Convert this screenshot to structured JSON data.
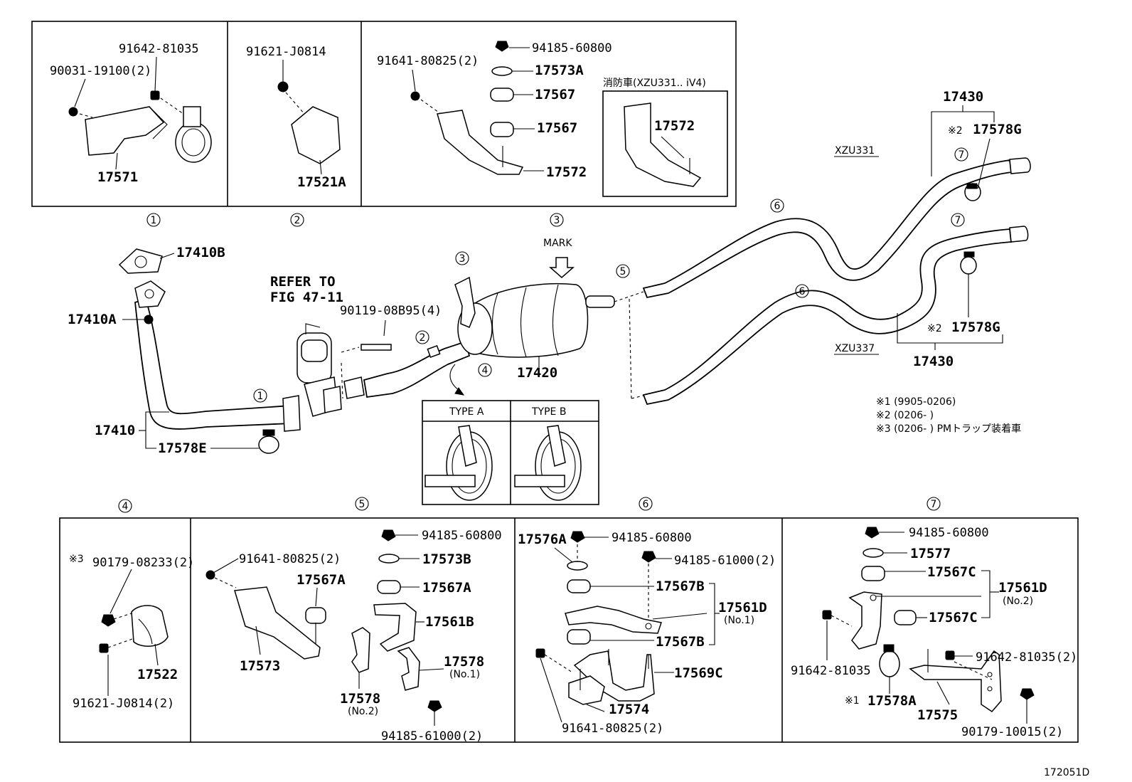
{
  "diagram_id": "172051D",
  "circled": {
    "c1": "1",
    "c2": "2",
    "c3": "3",
    "c4": "4",
    "c5": "5",
    "c6": "6",
    "c7": "7"
  },
  "panel1": {
    "p1": "91642-81035",
    "p2": "90031-19100(2)",
    "p3": "17571"
  },
  "panel2": {
    "p1": "91621-J0814",
    "p2": "17521A"
  },
  "panel3": {
    "p1": "94185-60800",
    "p2": "91641-80825(2)",
    "p3": "17573A",
    "p4": "17567",
    "p5": "17567",
    "p6": "17572"
  },
  "fire_truck": {
    "label": "消防車(XZU331.. iV4)",
    "part": "17572"
  },
  "main": {
    "p17410B": "17410B",
    "p17410A": "17410A",
    "refer": "REFER TO",
    "fig": "FIG 47-11",
    "p90119": "90119-08B95(4)",
    "mark": "MARK",
    "p17420": "17420",
    "p17410": "17410",
    "p17578E": "17578E",
    "typeA": "TYPE A",
    "typeB": "TYPE B",
    "p17430a": "17430",
    "p17430b": "17430",
    "p17578Ga": "17578G",
    "p17578Gb": "17578G",
    "xzu331": "XZU331",
    "xzu337": "XZU337",
    "mark2": "※2"
  },
  "notes": {
    "n1": "※1  (9905-0206)",
    "n2": "※2  (0206-        )",
    "n3": "※3  (0206-        ) PMトラップ装着車"
  },
  "panel4": {
    "p1": "90179-08233(2)",
    "p2": "17522",
    "p3": "91621-J0814(2)",
    "mark3": "※3"
  },
  "panel5": {
    "p1": "94185-60800",
    "p2": "91641-80825(2)",
    "p3": "17573B",
    "p4": "17567A",
    "p5": "17567A",
    "p6": "17561B",
    "p7": "17573",
    "p8": "17578",
    "p8s": "(No.1)",
    "p9": "17578",
    "p9s": "(No.2)",
    "p10": "94185-61000(2)"
  },
  "panel6": {
    "p1": "17576A",
    "p2": "94185-60800",
    "p3": "94185-61000(2)",
    "p4": "17567B",
    "p5": "17561D",
    "p5s": "(No.1)",
    "p6": "17567B",
    "p7": "17569C",
    "p8": "17574",
    "p9": "91641-80825(2)"
  },
  "panel7": {
    "p1": "94185-60800",
    "p2": "17577",
    "p3": "17567C",
    "p4": "17561D",
    "p4s": "(No.2)",
    "p5": "17567C",
    "p6": "91642-81035",
    "p7": "91642-81035(2)",
    "p8": "17578A",
    "p9": "17575",
    "p10": "90179-10015(2)",
    "mark1": "※1"
  }
}
